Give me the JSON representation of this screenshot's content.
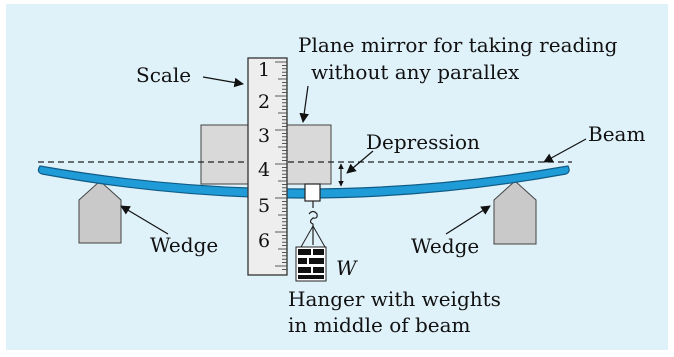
{
  "colors": {
    "panel": "#dff1f9",
    "beam": "#1f9bd7",
    "wedge": "#c9c9c9",
    "mirror": "#d9d9d9",
    "scale": "#eeeeee"
  },
  "labels": {
    "mirror_line1": "Plane mirror for taking reading",
    "mirror_line2": "without any parallex",
    "scale": "Scale",
    "depression": "Depression",
    "beam": "Beam",
    "wedge_left": "Wedge",
    "wedge_right": "Wedge",
    "weight": "W",
    "hanger_line1": "Hanger with weights",
    "hanger_line2": "in middle of beam"
  },
  "scale_numbers": [
    "1",
    "2",
    "3",
    "4",
    "5",
    "6"
  ]
}
